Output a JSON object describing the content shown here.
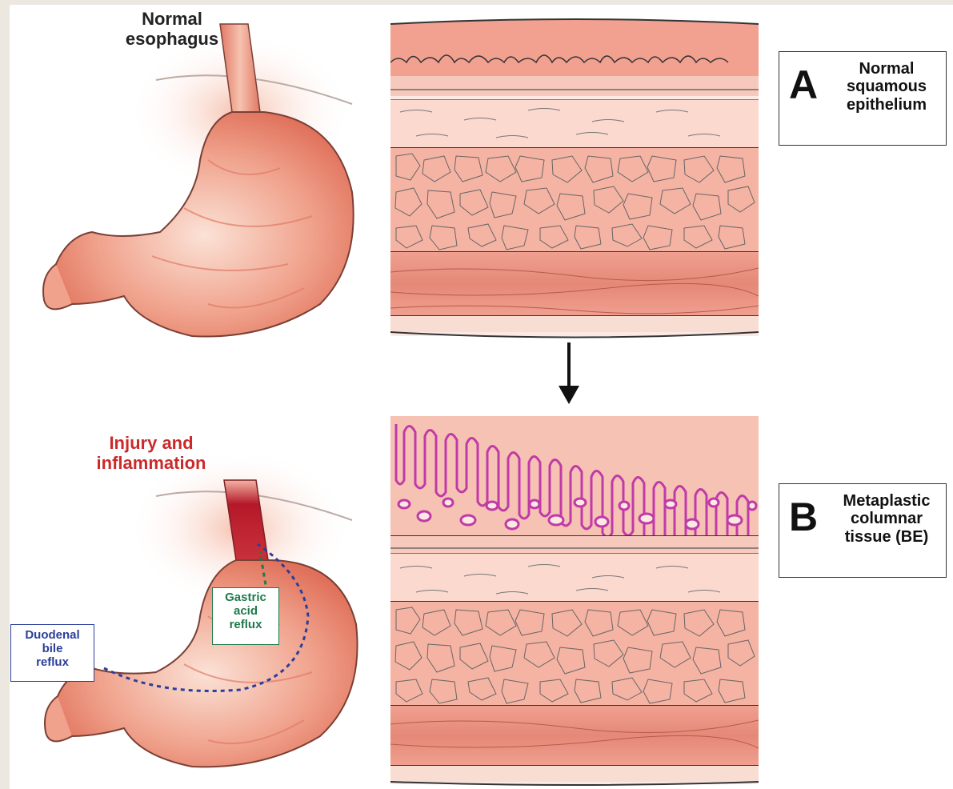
{
  "labels": {
    "normal_esophagus": [
      "Normal",
      "esophagus"
    ],
    "injury": [
      "Injury and",
      "inflammation"
    ],
    "gastric": [
      "Gastric",
      "acid",
      "reflux"
    ],
    "duodenal": [
      "Duodenal",
      "bile",
      "reflux"
    ]
  },
  "panel_a": {
    "letter": "A",
    "text": [
      "Normal",
      "squamous",
      "epithelium"
    ]
  },
  "panel_b": {
    "letter": "B",
    "text": [
      "Metaplastic",
      "columnar",
      "tissue (BE)"
    ]
  },
  "colors": {
    "injury_text": "#cc2a2a",
    "gastric_text": "#1f7a4a",
    "duodenal_text": "#2b3f9a",
    "tissue_pink": "#f2a08f",
    "metaplastic_outline": "#c03aa8"
  }
}
